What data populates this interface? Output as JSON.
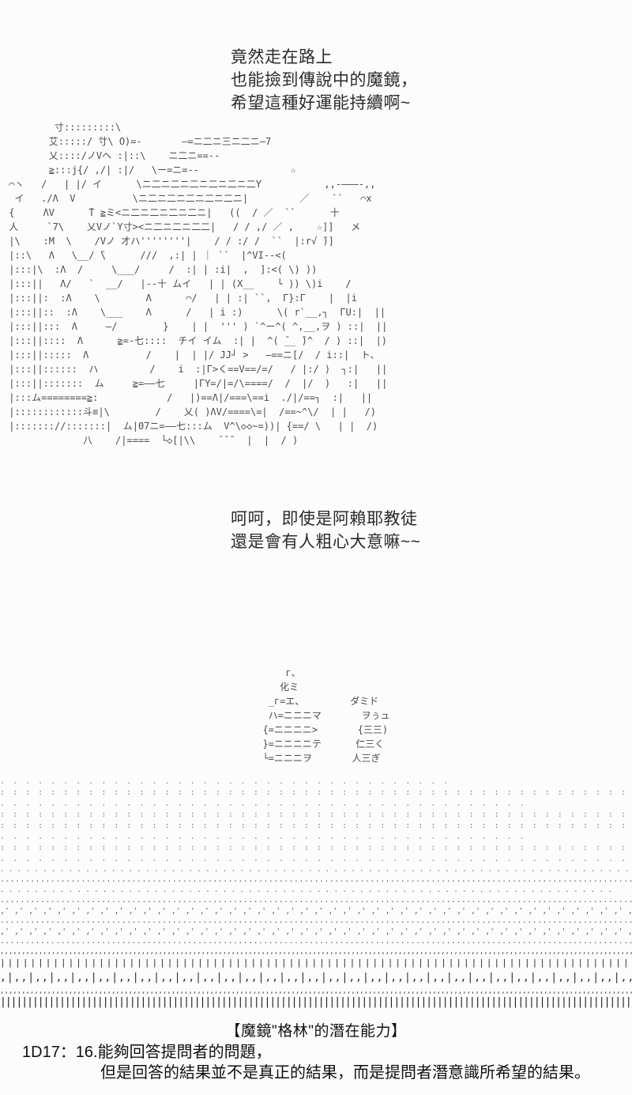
{
  "page": {
    "bg_color": "#fcfcfc",
    "text_color": "#2b2b2b",
    "caption_color": "#101010"
  },
  "top_dialogue": {
    "lines": [
      "竟然走在路上",
      "也能撿到傳說中的魔鏡，",
      "希望這種好運能持續啊~"
    ]
  },
  "main_ascii_art": {
    "description": "two-ascii-art-characters-left-figure-holding-magic-mirror-beam-with-star-right-girl-figure-with-sparkles",
    "lines": [
      "         寸:::::::::\\",
      "        艾:::::/ ̄寸\\ O)=‐       ―=ニ二ニ三ニ二ニ―7",
      "        乂::::/ノVヘ :|::\\    ニ二ニ==‐‐",
      "        ≧:::j{/ ,/| :|/   \\ー=ニ=‐‐                ☆",
      " ⌒ヽ   /   | |/ イ      \\ニ二ニ二ニ二ニ二ニ二ニ二Y           ,,‐―――‐,,",
      "  イ   ./Λ  V          \\ニ二ニ二ニ二ニ二ニ二ニ|         ／    ``   ⌒x",
      " {     ΛV      ̄T ≧ミ<ニ二ニ二ニ二ニ二ニ|   ((  / ／  ``      十",
      " 人     `7\\    乂Vノ`Y寸><ニ二ニ二ニ二二|   / / ,/ ／ ,    ☆]]   メ",
      " |\\    :M  \\    /Vノ 才ハ''''''''|    / / :/ /  ``  |:r√ ̄)]",
      " |::\\   Λ   \\__/ ̄\\      ///  ,:| | ｜ ``  |^VI--<(",
      " |:::|\\  :Λ  /     \\___/     /  :| | :i|  ,  ]:<( \\) ))",
      " |:::||   Λ/   `  __/   |--十 ムイ   | | (X__    └ )) \\)i    /",
      " |:::||:  :Λ    \\        Λ      ⌒/   | | :| ``,  Γ}:Γ    |  |i",
      " |:::||::  :Λ    \\___    Λ      /   | i :)      \\( r`__,┐  ΓU:|  ||",
      " |:::||:::  Λ     ―/        }    | |  ''' ) `^ー^( ^,__,ヲ ) ::|  ||",
      " |:::||::::  Λ      ≧=‐七::::  チイ イム  :| |  ^( ̄__ ̄)^  / ) ::|  |)",
      " |:::||:::::  Λ          /    |  | |/ JJ┘ >   ―==ニ[/  / i::|  ト、",
      " |:::||::::::  ハ         /    i  :|Γ>く==V==/=/   / |:/ )  ┐:|   ||",
      " |:::||:::::::  ム     ≧=――七     |ΓY=/|=/\\====/  /  |/  )   :|   ||",
      " |:::ム========≧:            /   |)==Λ|/===\\==i  ./|/==┐  :|   ||",
      " |::::::::::::斗≡|\\        /    乂( )ΛV/====\\=|  /==~^\\/  | |   /)",
      " |::::::://:::::::|  ム|07ニ=――七:::ム  V^\\◇◇~=))| {==/ \\   | |  /)",
      "              八    /|====  └◇[|\\\\    ̄ ̄ ̄   |  |  / )",
      ""
    ]
  },
  "mid_dialogue": {
    "lines": [
      "呵呵，即使是阿賴耶教徒",
      "還是會有人粗心大意嘛~~"
    ]
  },
  "small_ascii_art": {
    "description": "two-small-ascii-art-creatures",
    "lines": [
      "      г、",
      "     化ミ",
      "   _г=エ、        ダミド",
      "   ハ=ニニニマ       ヲぅュ",
      "  {=ニニニニ>       {三三)",
      "  }=ニニニニテ      仁三く",
      "  └=ニニニヲ       人三ぎ"
    ]
  },
  "ground_texture": {
    "description": "dotted-ground-fading-to-dense-hatching",
    "rows": [
      {
        "u": "  .   ",
        "n": 36,
        "s": "sparse"
      },
      {
        "u": " :  ",
        "n": 50,
        "s": "sparse"
      },
      {
        "u": "  .  ",
        "n": 42,
        "s": "sparse"
      },
      {
        "u": " : ",
        "n": 58,
        "s": "sparse"
      },
      {
        "u": " : ",
        "n": 58,
        "s": "sparse"
      },
      {
        "u": "  .  ",
        "n": 42,
        "s": "sparse"
      },
      {
        "u": " : ",
        "n": 58,
        "s": "sparse"
      },
      {
        "u": " . ",
        "n": 60,
        "s": "sparse"
      },
      {
        "u": ". ",
        "n": 110,
        "s": "dots"
      },
      {
        "u": ".",
        "n": 230,
        "s": "dotline"
      },
      {
        "u": " . ",
        "n": 72,
        "s": "dots"
      },
      {
        "u": ".",
        "n": 240,
        "s": "dotline"
      },
      {
        "u": ",' ",
        "n": 78,
        "s": "commas"
      },
      {
        "u": ".",
        "n": 240,
        "s": "dotline"
      },
      {
        "u": ",' ",
        "n": 80,
        "s": "commas"
      },
      {
        "u": ".",
        "n": 250,
        "s": "dotline"
      },
      {
        "u": ",",
        "n": 300,
        "s": "dense-commas"
      },
      {
        "u": "|",
        "n": 130,
        "s": "bars"
      },
      {
        "u": ",|,",
        "n": 56,
        "s": "tall-bars"
      },
      {
        "u": ",",
        "n": 280,
        "s": "dense-commas"
      },
      {
        "u": "|",
        "n": 400,
        "s": "dense-bars"
      }
    ]
  },
  "caption": {
    "title": "【魔鏡\"格林\"的潛在能力】",
    "line1": "1D17：16.能夠回答提問者的問題，",
    "line2": "但是回答的結果並不是真正的結果，而是提問者潛意識所希望的結果。"
  }
}
